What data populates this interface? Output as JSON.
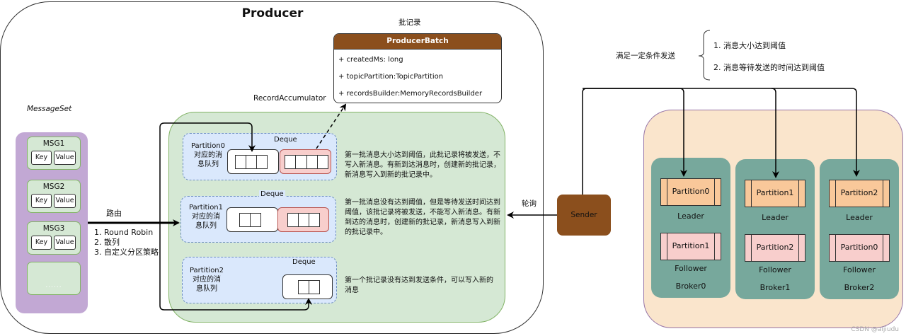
{
  "producer": {
    "title": "Producer"
  },
  "message_set": {
    "label": "MessageSet",
    "messages": [
      {
        "title": "MSG1",
        "key": "Key",
        "value": "Value"
      },
      {
        "title": "MSG2",
        "key": "Key",
        "value": "Value"
      },
      {
        "title": "MSG3",
        "key": "Key",
        "value": "Value"
      }
    ],
    "more": "......"
  },
  "routing": {
    "label": "路由",
    "strategies": [
      "1. Round Robin",
      "2. 散列",
      "3. 自定义分区策略"
    ]
  },
  "accumulator": {
    "label": "RecordAccumulator",
    "partitions": [
      {
        "name": "Partition0",
        "queue_label_line1": "对应的消",
        "queue_label_line2": "息队列",
        "deque_label": "Deque",
        "description": "第一批消息大小达到阈值，此批记录将被发送，不写入新消息。有新到达消息时，创建新的批记录，新消息写入到新的批记录中。"
      },
      {
        "name": "Partition1",
        "queue_label_line1": "对应的消",
        "queue_label_line2": "息队列",
        "deque_label": "Deque",
        "description": "第一批消息没有达到阈值，但是等待发送时间达到阈值，该批记录将被发送，不能写入新消息。有新到达的消息时，创建新的批记录，新消息写入到新的批记录中。"
      },
      {
        "name": "Partition2",
        "queue_label_line1": "对应的消",
        "queue_label_line2": "息队列",
        "deque_label": "Deque",
        "description": "第一个批记录没有达到发送条件，可以写入新的消息"
      }
    ]
  },
  "producer_batch": {
    "caption": "批记录",
    "class_name": "ProducerBatch",
    "fields": [
      "+ createdMs: long",
      "+ topicPartition:TopicPartition",
      "+ recordsBuilder:MemoryRecordsBuilder"
    ]
  },
  "sender": {
    "label": "Sender",
    "poll_label": "轮询"
  },
  "send_conditions": {
    "label": "满足一定条件发送",
    "items": [
      "1. 消息大小达到阈值",
      "2. 消息等待发送的时间达到阈值"
    ]
  },
  "cluster": {
    "brokers": [
      {
        "name": "Broker0",
        "leader": "Partition0",
        "leader_role": "Leader",
        "follower": "Partition1",
        "follower_role": "Follower"
      },
      {
        "name": "Broker1",
        "leader": "Partition1",
        "leader_role": "Leader",
        "follower": "Partition2",
        "follower_role": "Follower"
      },
      {
        "name": "Broker2",
        "leader": "Partition2",
        "leader_role": "Leader",
        "follower": "Partition0",
        "follower_role": "Follower"
      }
    ]
  },
  "colors": {
    "producer_batch_header": "#8b4f1d",
    "sender": "#8b4f1d",
    "message_set": "#c2a8d4",
    "accumulator": "#d5e8d4",
    "partition_queue": "#dae8fc",
    "full_batch": "#f8cecc",
    "cluster": "#fae5cc",
    "broker": "#77a89c",
    "leader_partition": "#f9c89a",
    "follower_partition": "#f8cecc"
  },
  "watermark": "CSDN @aijiudu"
}
